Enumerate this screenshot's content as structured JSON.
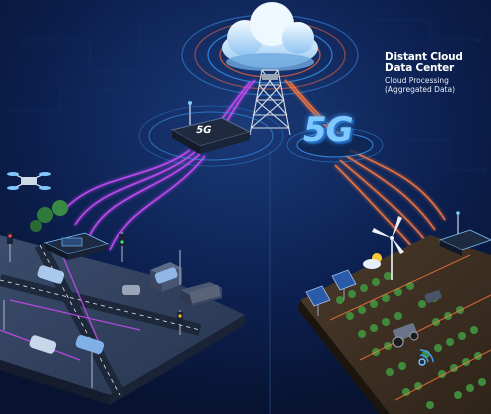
{
  "labels": {
    "cloud_title_line1": "Distant Cloud",
    "cloud_title_line2": "Data Center",
    "cloud_sub_line1": "Cloud Processing",
    "cloud_sub_line2": "(Aggregated Data)",
    "network_badge": "5G",
    "router_badge": "5G"
  },
  "colors": {
    "background": "#0a1a3a",
    "left_streams": "#d34cff",
    "right_streams": "#ff7a3c",
    "cloud": "#cfe8ff",
    "accent_blue": "#3aa0ff"
  },
  "icons": [
    "cloud-icon",
    "cell-tower-icon",
    "router-icon",
    "drone-icon",
    "wind-turbine-icon",
    "solar-panel-icon",
    "car-icon",
    "tractor-icon"
  ]
}
